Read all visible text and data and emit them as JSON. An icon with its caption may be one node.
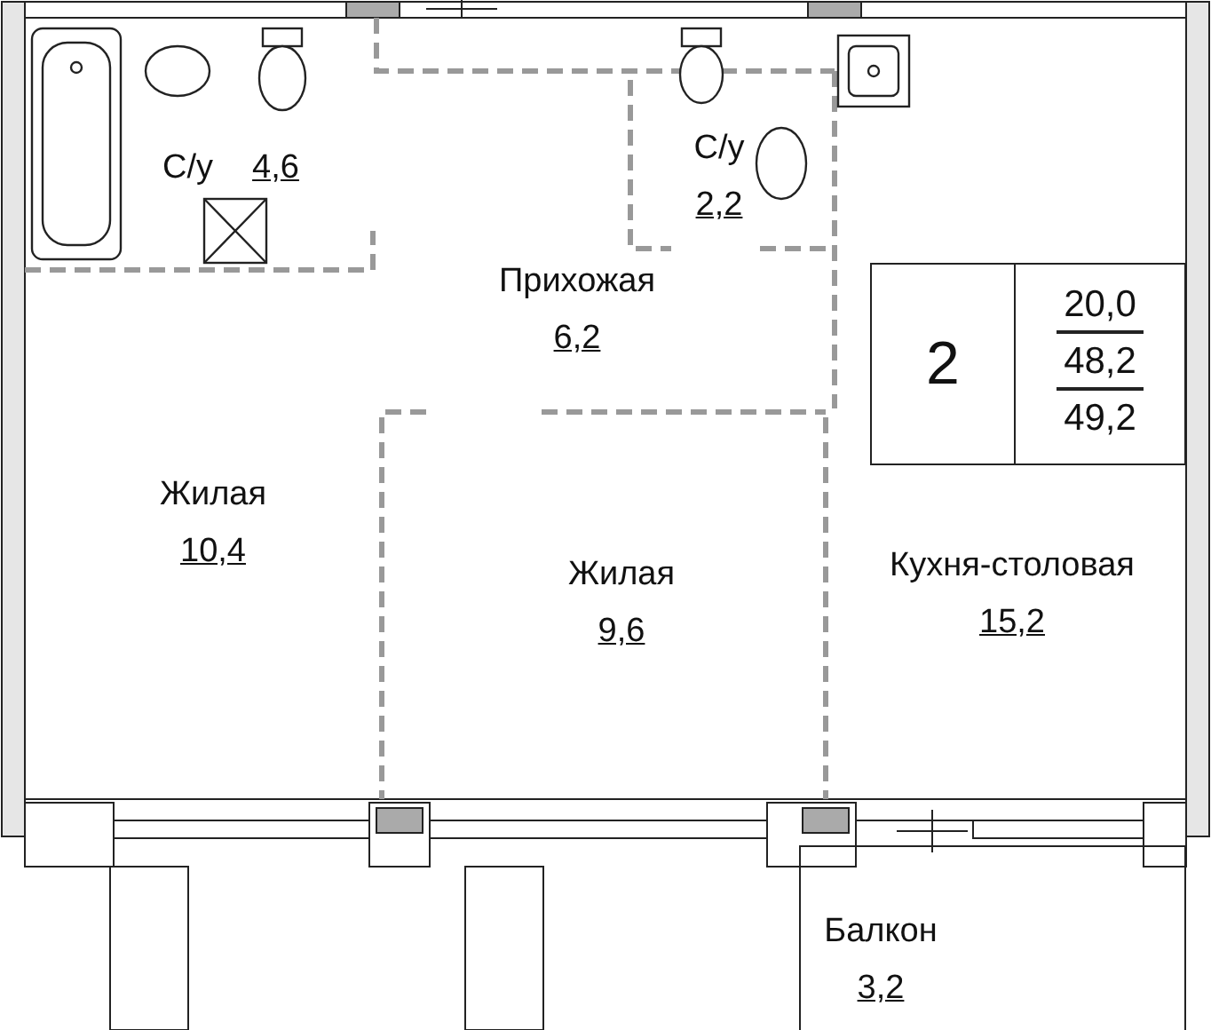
{
  "diagram": {
    "nodes": [
      {
        "text": [
          "С/у",
          "4,6"
        ]
      },
      {
        "text": [
          "С/у",
          "2,2"
        ]
      },
      {
        "text": [
          "Прихожая",
          "6,2"
        ]
      },
      {
        "text": [
          "Жилая",
          "10,4"
        ]
      },
      {
        "text": [
          "Жилая",
          "9,6"
        ]
      },
      {
        "text": [
          "Кухня-столовая",
          "15,2"
        ]
      },
      {
        "text": [
          "2",
          "20,0",
          "48,2",
          "49,2"
        ]
      },
      {
        "text": [
          "Балкон",
          "3,2"
        ]
      }
    ]
  }
}
